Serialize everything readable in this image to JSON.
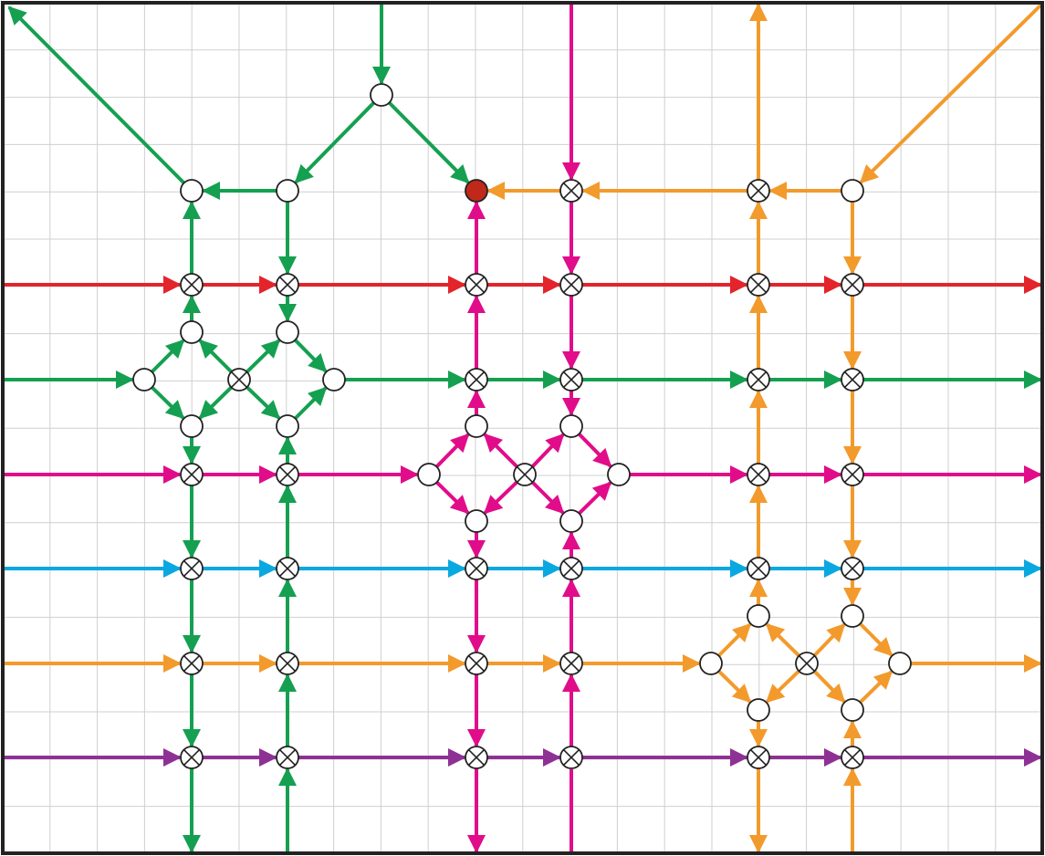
{
  "colors": {
    "red": "#e3242b",
    "green": "#14a050",
    "magenta": "#e10c8a",
    "cyan": "#0aa8e0",
    "orange": "#f39a2c",
    "purple": "#8e3194",
    "gridline": "#cfcfcf",
    "frame": "#222222",
    "node_stroke": "#222222",
    "node_fill": "#ffffff",
    "highlight_node": "#c0281a"
  },
  "icons": {
    "junction": "crossed-circle",
    "hub": "open-circle",
    "highlighted_hub": "filled-red-circle"
  },
  "horizontal_lines": [
    "red",
    "green",
    "magenta",
    "cyan",
    "orange",
    "purple"
  ],
  "vertical_line_groups": [
    "green",
    "magenta",
    "orange"
  ]
}
